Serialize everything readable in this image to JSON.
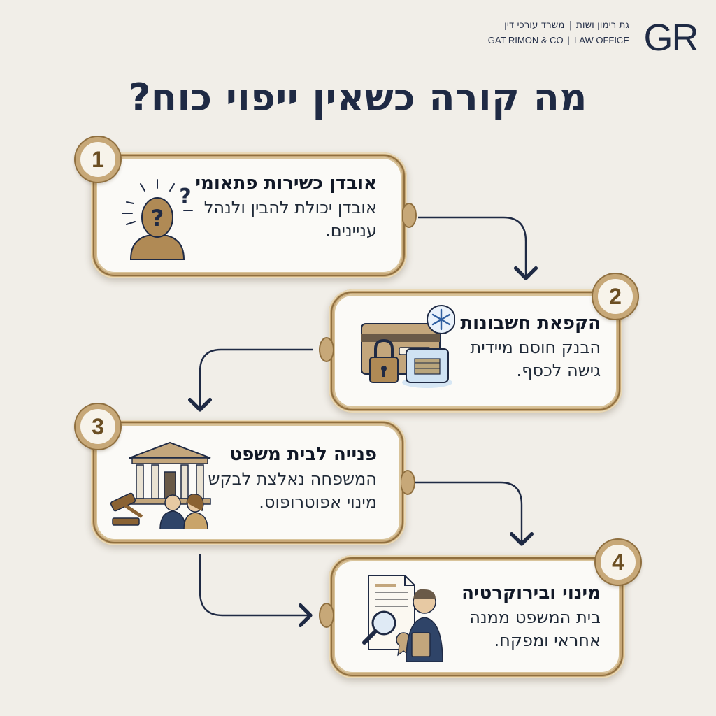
{
  "brand": {
    "logo_text": "GR",
    "hebrew_firm": "גת רימון ושות",
    "hebrew_office": "משרד עורכי דין",
    "english_firm": "GAT RIMON & CO",
    "english_office": "LAW OFFICE"
  },
  "title": "מה קורה כשאין ייפוי כוח?",
  "steps": [
    {
      "number": "1",
      "title": "אובדן כשירות פתאומי",
      "description": "אובדן יכולת להבין ולנהל עניינים.",
      "icon": "confused-person-icon"
    },
    {
      "number": "2",
      "title": "הקפאת חשבונות",
      "description": "הבנק חוסם מיידית גישה לכסף.",
      "icon": "frozen-bank-account-icon"
    },
    {
      "number": "3",
      "title": "פנייה לבית משפט",
      "description": "המשפחה נאלצת לבקש מינוי אפוטרופוס.",
      "icon": "courthouse-family-icon"
    },
    {
      "number": "4",
      "title": "מינוי ובירוקרטיה",
      "description": "בית המשפט ממנה אחראי ומפקח.",
      "icon": "guardian-documents-icon"
    }
  ],
  "colors": {
    "background": "#f1eee8",
    "navy": "#1f2a44",
    "gold": "#c7a878",
    "dark_gold": "#8f6f3f",
    "card_fill": "#fbfaf7"
  }
}
